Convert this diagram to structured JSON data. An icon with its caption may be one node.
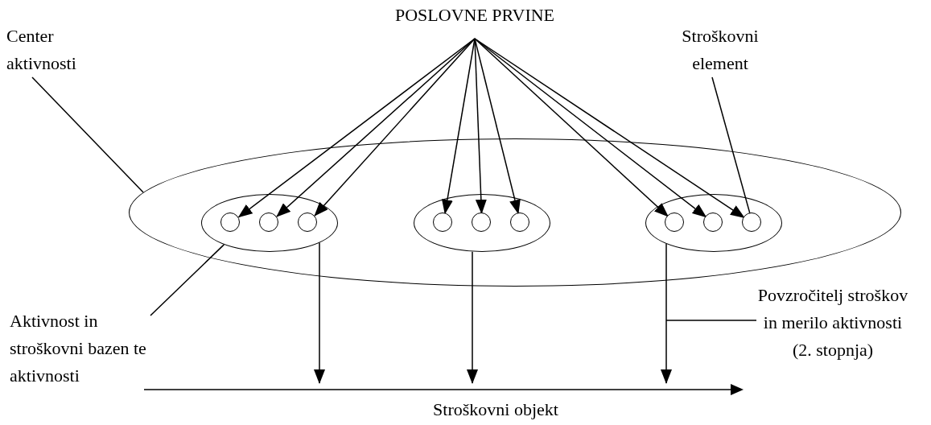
{
  "diagram": {
    "nodes": [
      {
        "text": [
          "POSLOVNE PRVINE"
        ]
      },
      {
        "text": [
          "Center aktivnosti"
        ]
      },
      {
        "text": [
          "Stroškovni element"
        ]
      },
      {
        "text": [],
        "shape": "ellipse"
      },
      {
        "text": [],
        "shape": "ellipse",
        "in": 3
      },
      {
        "text": [],
        "shape": "ellipse",
        "in": 3
      },
      {
        "text": [],
        "shape": "ellipse",
        "in": 3
      },
      {
        "text": [],
        "shape": "circle",
        "in": 4
      },
      {
        "text": [],
        "shape": "circle",
        "in": 4
      },
      {
        "text": [],
        "shape": "circle",
        "in": 4
      },
      {
        "text": [],
        "shape": "circle",
        "in": 5
      },
      {
        "text": [],
        "shape": "circle",
        "in": 5
      },
      {
        "text": [],
        "shape": "circle",
        "in": 5
      },
      {
        "text": [],
        "shape": "circle",
        "in": 6
      },
      {
        "text": [],
        "shape": "circle",
        "in": 6
      },
      {
        "text": [],
        "shape": "circle",
        "in": 6
      },
      {
        "text": [
          "Aktivnost in stroškovni bazen te aktivnosti"
        ]
      },
      {
        "text": [
          "Povzročitelj stroškov in merilo aktivnosti (2. stopnja)"
        ]
      },
      {
        "text": [],
        "shape": "arrow",
        "beside": [
          "Stroškovni objekt"
        ]
      }
    ],
    "edges": [
      {
        "from": 0,
        "to": 7,
        "arrow": "to"
      },
      {
        "from": 0,
        "to": 8,
        "arrow": "to"
      },
      {
        "from": 0,
        "to": 9,
        "arrow": "to"
      },
      {
        "from": 0,
        "to": 10,
        "arrow": "to"
      },
      {
        "from": 0,
        "to": 11,
        "arrow": "to"
      },
      {
        "from": 0,
        "to": 12,
        "arrow": "to"
      },
      {
        "from": 0,
        "to": 13,
        "arrow": "to"
      },
      {
        "from": 0,
        "to": 14,
        "arrow": "to"
      },
      {
        "from": 0,
        "to": 15,
        "arrow": "to"
      },
      {
        "from": 4,
        "to": 18,
        "arrow": "to"
      },
      {
        "from": 5,
        "to": 18,
        "arrow": "to"
      },
      {
        "from": 6,
        "to": 18,
        "arrow": "to"
      },
      {
        "from": 1,
        "to": 3,
        "arrow": "none"
      },
      {
        "from": 2,
        "to": 15,
        "arrow": "none"
      },
      {
        "from": 16,
        "to": 4,
        "arrow": "none"
      },
      {
        "from": 17,
        "to": null,
        "arrow": "none"
      }
    ]
  }
}
